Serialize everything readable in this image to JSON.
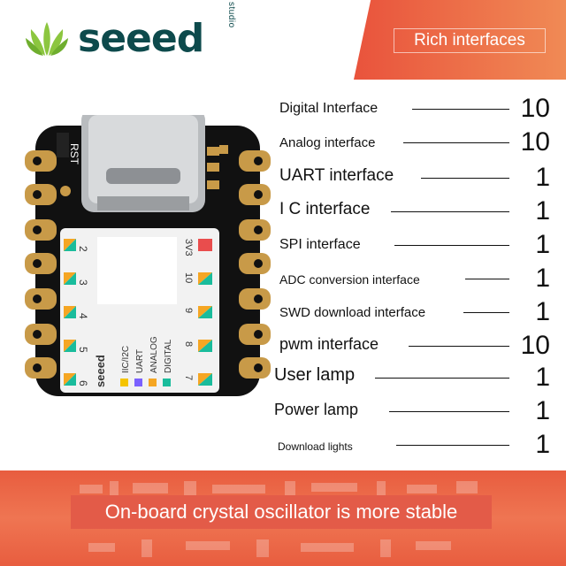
{
  "header": {
    "brand": "seeed",
    "brand_sub": "studio",
    "badge": "Rich interfaces"
  },
  "board": {
    "chip_text": "RST",
    "pins_left": [
      "2",
      "3",
      "4",
      "5",
      "6"
    ],
    "pins_right": [
      "3V3",
      "10",
      "9",
      "8",
      "7"
    ],
    "legend": [
      "IIC/I2C",
      "UART",
      "ANALOG",
      "DIGITAL"
    ],
    "brand_on_board": "seeed"
  },
  "specs": [
    {
      "label": "Digital Interface",
      "value": "10"
    },
    {
      "label": "Analog interface",
      "value": "10"
    },
    {
      "label": "UART interface",
      "value": "1"
    },
    {
      "label": "I C interface",
      "value": "1"
    },
    {
      "label": "SPI interface",
      "value": "1"
    },
    {
      "label": "ADC conversion interface",
      "value": "1"
    },
    {
      "label": "SWD download interface",
      "value": "1"
    },
    {
      "label": "pwm interface",
      "value": "10"
    },
    {
      "label": "User lamp",
      "value": "1"
    },
    {
      "label": "Power lamp",
      "value": "1"
    },
    {
      "label": "Download lights",
      "value": "1"
    }
  ],
  "footer": {
    "caption": "On-board crystal oscillator is more stable"
  },
  "colors": {
    "brand_teal": "#0d4a4c",
    "accent_orange": "#e9533c",
    "leaf_green": "#8cc63f"
  }
}
